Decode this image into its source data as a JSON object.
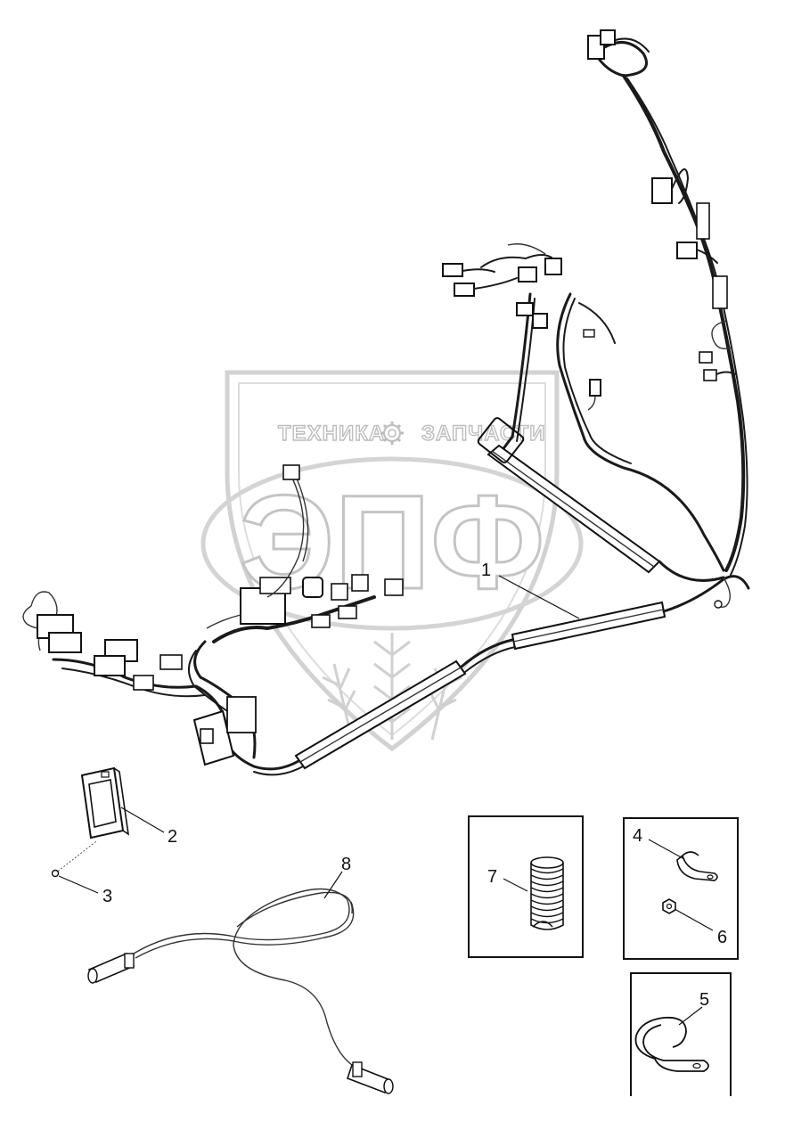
{
  "watermark": {
    "left_word": "ТЕХНИКА",
    "right_word": "ЗАПЧАСТИ",
    "monogram": "ЭПФ",
    "gear_icon": "gear-icon"
  },
  "callouts": {
    "c1": "1",
    "c2": "2",
    "c3": "3",
    "c4": "4",
    "c5": "5",
    "c6": "6",
    "c7": "7",
    "c8": "8"
  }
}
